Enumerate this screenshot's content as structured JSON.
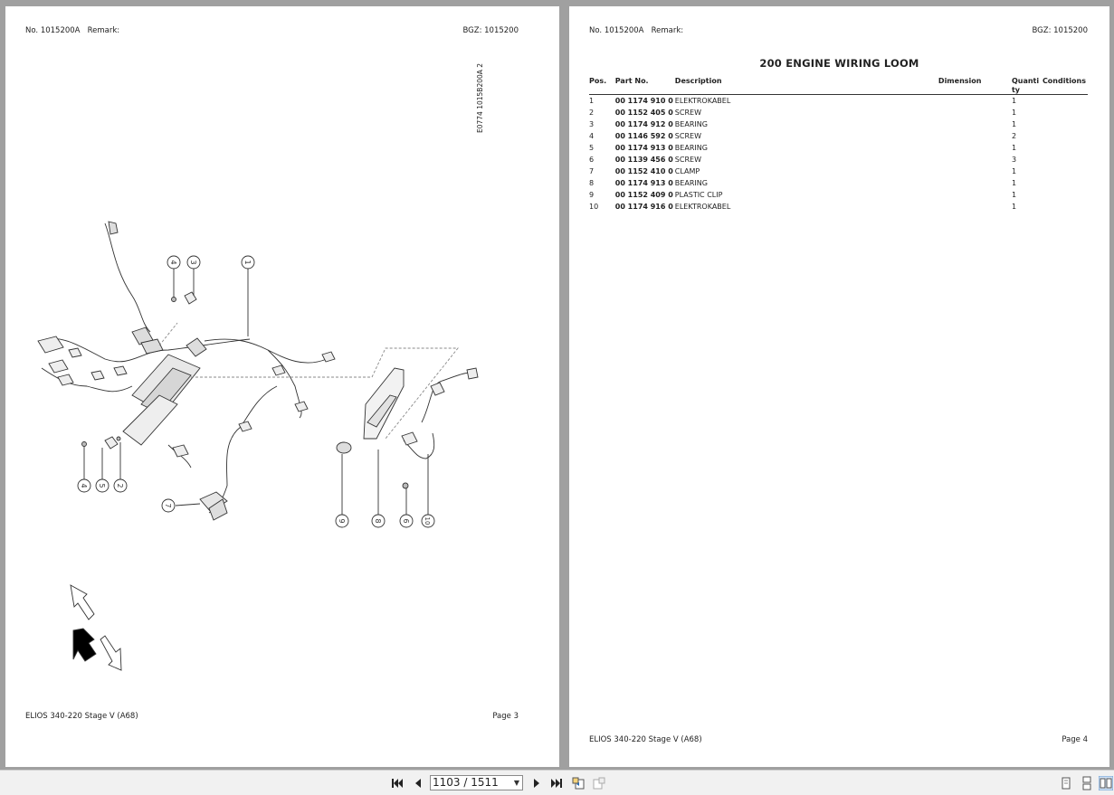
{
  "left_page": {
    "doc_no": "No. 1015200A",
    "remark": "Remark:",
    "bgz": "BGZ: 1015200",
    "drawing_id": "E0774 1015B200A 2",
    "footer_model": "ELIOS 340-220 Stage V (A68)",
    "footer_page": "Page 3",
    "callouts": [
      "4",
      "3",
      "1",
      "4",
      "5",
      "2",
      "7",
      "9",
      "8",
      "6",
      "10"
    ]
  },
  "right_page": {
    "doc_no": "No. 1015200A",
    "remark": "Remark:",
    "bgz": "BGZ: 1015200",
    "title": "200 ENGINE WIRING LOOM",
    "columns": {
      "pos": "Pos.",
      "part_no": "Part No.",
      "description": "Description",
      "dimension": "Dimension",
      "quantity": "Quanti\nty",
      "conditions": "Conditions"
    },
    "rows": [
      {
        "pos": "1",
        "part_no": "00 1174 910 0",
        "description": "ELEKTROKABEL",
        "dimension": "",
        "quantity": "1",
        "conditions": ""
      },
      {
        "pos": "2",
        "part_no": "00 1152 405 0",
        "description": "SCREW",
        "dimension": "",
        "quantity": "1",
        "conditions": ""
      },
      {
        "pos": "3",
        "part_no": "00 1174 912 0",
        "description": "BEARING",
        "dimension": "",
        "quantity": "1",
        "conditions": ""
      },
      {
        "pos": "4",
        "part_no": "00 1146 592 0",
        "description": "SCREW",
        "dimension": "",
        "quantity": "2",
        "conditions": ""
      },
      {
        "pos": "5",
        "part_no": "00 1174 913 0",
        "description": "BEARING",
        "dimension": "",
        "quantity": "1",
        "conditions": ""
      },
      {
        "pos": "6",
        "part_no": "00 1139 456 0",
        "description": "SCREW",
        "dimension": "",
        "quantity": "3",
        "conditions": ""
      },
      {
        "pos": "7",
        "part_no": "00 1152 410 0",
        "description": "CLAMP",
        "dimension": "",
        "quantity": "1",
        "conditions": ""
      },
      {
        "pos": "8",
        "part_no": "00 1174 913 0",
        "description": "BEARING",
        "dimension": "",
        "quantity": "1",
        "conditions": ""
      },
      {
        "pos": "9",
        "part_no": "00 1152 409 0",
        "description": "PLASTIC CLIP",
        "dimension": "",
        "quantity": "1",
        "conditions": ""
      },
      {
        "pos": "10",
        "part_no": "00 1174 916 0",
        "description": "ELEKTROKABEL",
        "dimension": "",
        "quantity": "1",
        "conditions": ""
      }
    ],
    "footer_model": "ELIOS 340-220 Stage V (A68)",
    "footer_page": "Page 4"
  },
  "toolbar": {
    "page_indicator": "1103 / 1511",
    "icons": [
      "first-page-icon",
      "prev-page-icon",
      "next-page-icon",
      "last-page-icon",
      "go-back-view-icon",
      "go-forward-view-icon",
      "single-page-view-icon",
      "continuous-view-icon",
      "facing-pages-view-icon"
    ]
  }
}
